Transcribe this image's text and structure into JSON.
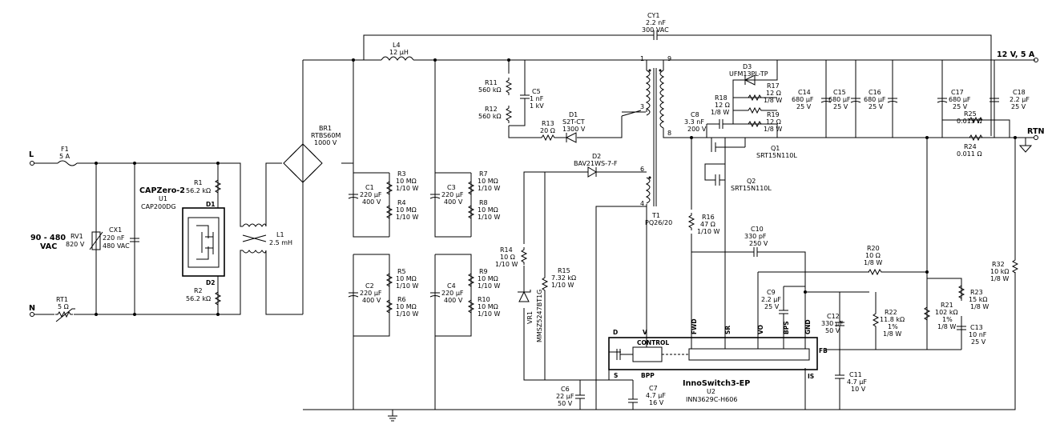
{
  "terminals": {
    "line": "L",
    "neutral": "N",
    "input_label_1": "90 - 480",
    "input_label_2": "VAC",
    "output": "12 V, 5 A",
    "rtn": "RTN"
  },
  "parts": {
    "F1": {
      "ref": "F1",
      "v1": "5 A"
    },
    "RV1": {
      "ref": "RV1",
      "v1": "820 V"
    },
    "RT1": {
      "ref": "RT1",
      "v1": "5 Ω"
    },
    "CX1": {
      "ref": "CX1",
      "v1": "220 nF",
      "v2": "480 VAC"
    },
    "U1": {
      "name": "CAPZero-2",
      "ref": "U1",
      "part": "CAP200DG",
      "pin1": "D1",
      "pin2": "D2"
    },
    "R1": {
      "ref": "R1",
      "v1": "56.2 kΩ"
    },
    "R2": {
      "ref": "R2",
      "v1": "56.2 kΩ"
    },
    "L1": {
      "ref": "L1",
      "v1": "2.5 mH"
    },
    "BR1": {
      "ref": "BR1",
      "v1": "RTBS60M",
      "v2": "1000 V"
    },
    "L4": {
      "ref": "L4",
      "v1": "12 μH"
    },
    "CY1": {
      "ref": "CY1",
      "v1": "2.2 nF",
      "v2": "300 VAC"
    },
    "C1": {
      "ref": "C1",
      "v1": "220 μF",
      "v2": "400 V"
    },
    "C2": {
      "ref": "C2",
      "v1": "220 μF",
      "v2": "400 V"
    },
    "C3": {
      "ref": "C3",
      "v1": "220 μF",
      "v2": "400 V"
    },
    "C4": {
      "ref": "C4",
      "v1": "220 μF",
      "v2": "400 V"
    },
    "R3": {
      "ref": "R3",
      "v1": "10 MΩ",
      "v2": "1/10 W"
    },
    "R4": {
      "ref": "R4",
      "v1": "10 MΩ",
      "v2": "1/10 W"
    },
    "R5": {
      "ref": "R5",
      "v1": "10 MΩ",
      "v2": "1/10 W"
    },
    "R6": {
      "ref": "R6",
      "v1": "10 MΩ",
      "v2": "1/10 W"
    },
    "R7": {
      "ref": "R7",
      "v1": "10 MΩ",
      "v2": "1/10 W"
    },
    "R8": {
      "ref": "R8",
      "v1": "10 MΩ",
      "v2": "1/10 W"
    },
    "R9": {
      "ref": "R9",
      "v1": "10 MΩ",
      "v2": "1/10 W"
    },
    "R10": {
      "ref": "R10",
      "v1": "10 MΩ",
      "v2": "1/10 W"
    },
    "R11": {
      "ref": "R11",
      "v1": "560 kΩ"
    },
    "R12": {
      "ref": "R12",
      "v1": "560 kΩ"
    },
    "C5": {
      "ref": "C5",
      "v1": "1 nF",
      "v2": "1 kV"
    },
    "R13": {
      "ref": "R13",
      "v1": "20 Ω"
    },
    "D1": {
      "ref": "D1",
      "v1": "S2T-CT",
      "v2": "1300 V"
    },
    "D2": {
      "ref": "D2",
      "v1": "BAV21WS-7-F"
    },
    "T1": {
      "ref": "T1",
      "v1": "PQ26/20",
      "p1": "1",
      "p3": "3",
      "p6": "6",
      "p4": "4",
      "p9": "9",
      "p8": "8"
    },
    "R14": {
      "ref": "R14",
      "v1": "10 Ω",
      "v2": "1/10 W"
    },
    "VR1": {
      "ref": "VR1",
      "v1": "MMSZ5247BT1G"
    },
    "R15": {
      "ref": "R15",
      "v1": "7.32 kΩ",
      "v2": "1/10 W"
    },
    "C6": {
      "ref": "C6",
      "v1": "22 μF",
      "v2": "50 V"
    },
    "C7": {
      "ref": "C7",
      "v1": "4.7 μF",
      "v2": "16 V"
    },
    "D3": {
      "ref": "D3",
      "v1": "UFM13PL-TP"
    },
    "R17": {
      "ref": "R17",
      "v1": "12 Ω",
      "v2": "1/8 W"
    },
    "R18": {
      "ref": "R18",
      "v1": "12 Ω",
      "v2": "1/8 W"
    },
    "R19": {
      "ref": "R19",
      "v1": "12 Ω",
      "v2": "1/8 W"
    },
    "C8": {
      "ref": "C8",
      "v1": "3.3 nF",
      "v2": "200 V"
    },
    "Q1": {
      "ref": "Q1",
      "v1": "SRT15N110L"
    },
    "Q2": {
      "ref": "Q2",
      "v1": "SRT15N110L"
    },
    "R16": {
      "ref": "R16",
      "v1": "47 Ω",
      "v2": "1/10 W"
    },
    "C10": {
      "ref": "C10",
      "v1": "330 pF",
      "v2": "250 V"
    },
    "C14": {
      "ref": "C14",
      "v1": "680 μF",
      "v2": "25 V"
    },
    "C15": {
      "ref": "C15",
      "v1": "680 μF",
      "v2": "25 V"
    },
    "C16": {
      "ref": "C16",
      "v1": "680 μF",
      "v2": "25 V"
    },
    "C17": {
      "ref": "C17",
      "v1": "680 μF",
      "v2": "25 V"
    },
    "C18": {
      "ref": "C18",
      "v1": "2.2 μF",
      "v2": "25 V"
    },
    "R25": {
      "ref": "R25",
      "v1": "0.013 Ω"
    },
    "R24": {
      "ref": "R24",
      "v1": "0.011 Ω"
    },
    "R20": {
      "ref": "R20",
      "v1": "10 Ω",
      "v2": "1/8 W"
    },
    "C9": {
      "ref": "C9",
      "v1": "2.2 μF",
      "v2": "25 V"
    },
    "C12": {
      "ref": "C12",
      "v1": "330 pF",
      "v2": "50 V"
    },
    "R22": {
      "ref": "R22",
      "v1": "11.8 kΩ",
      "v2": "1%",
      "v3": "1/8 W"
    },
    "R21": {
      "ref": "R21",
      "v1": "102 kΩ",
      "v2": "1%",
      "v3": "1/8 W"
    },
    "R23": {
      "ref": "R23",
      "v1": "15 kΩ",
      "v2": "1/8 W"
    },
    "C13": {
      "ref": "C13",
      "v1": "10 nF",
      "v2": "25 V"
    },
    "C11": {
      "ref": "C11",
      "v1": "4.7 μF",
      "v2": "10 V"
    },
    "R32": {
      "ref": "R32",
      "v1": "10 kΩ",
      "v2": "1/8 W"
    },
    "U2": {
      "name": "InnoSwitch3-EP",
      "ref": "U2",
      "part": "INN3629C-H606",
      "control": "CONTROL",
      "pin_d": "D",
      "pin_v": "V",
      "pin_s": "S",
      "pin_bpp": "BPP",
      "pin_fwd": "FWD",
      "pin_sr": "SR",
      "pin_vo": "VO",
      "pin_bps": "BPS",
      "pin_gnd": "GND",
      "pin_fb": "FB",
      "pin_is": "IS"
    }
  }
}
